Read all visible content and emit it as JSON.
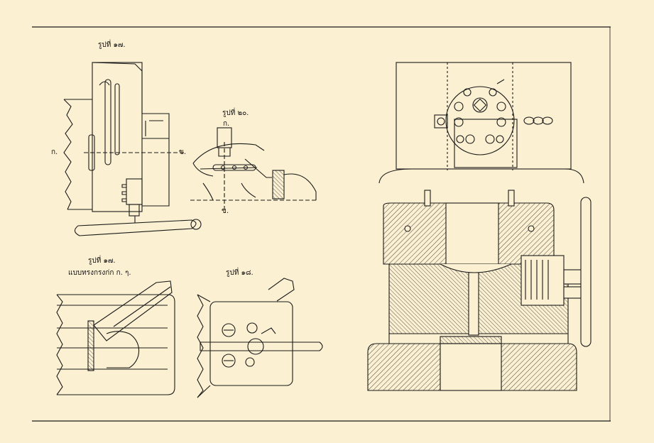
{
  "figures": {
    "fig_a": {
      "title": "รูปที่ ๑๗.",
      "mark_left": "ก.",
      "mark_right": "ข."
    },
    "fig_b": {
      "title": "รูปที่ ๒๐.",
      "mark_top": "ก.",
      "mark_bottom": "ข."
    },
    "fig_c": {
      "title": "รูปที่ ๑๗.",
      "caption": "แบบทรงกรงก่ก   ก. ๆ."
    },
    "fig_d": {
      "title": "รูปที่ ๑๘."
    }
  },
  "colors": {
    "paper": "#fcf0d2",
    "ink": "#1a1a1a"
  }
}
